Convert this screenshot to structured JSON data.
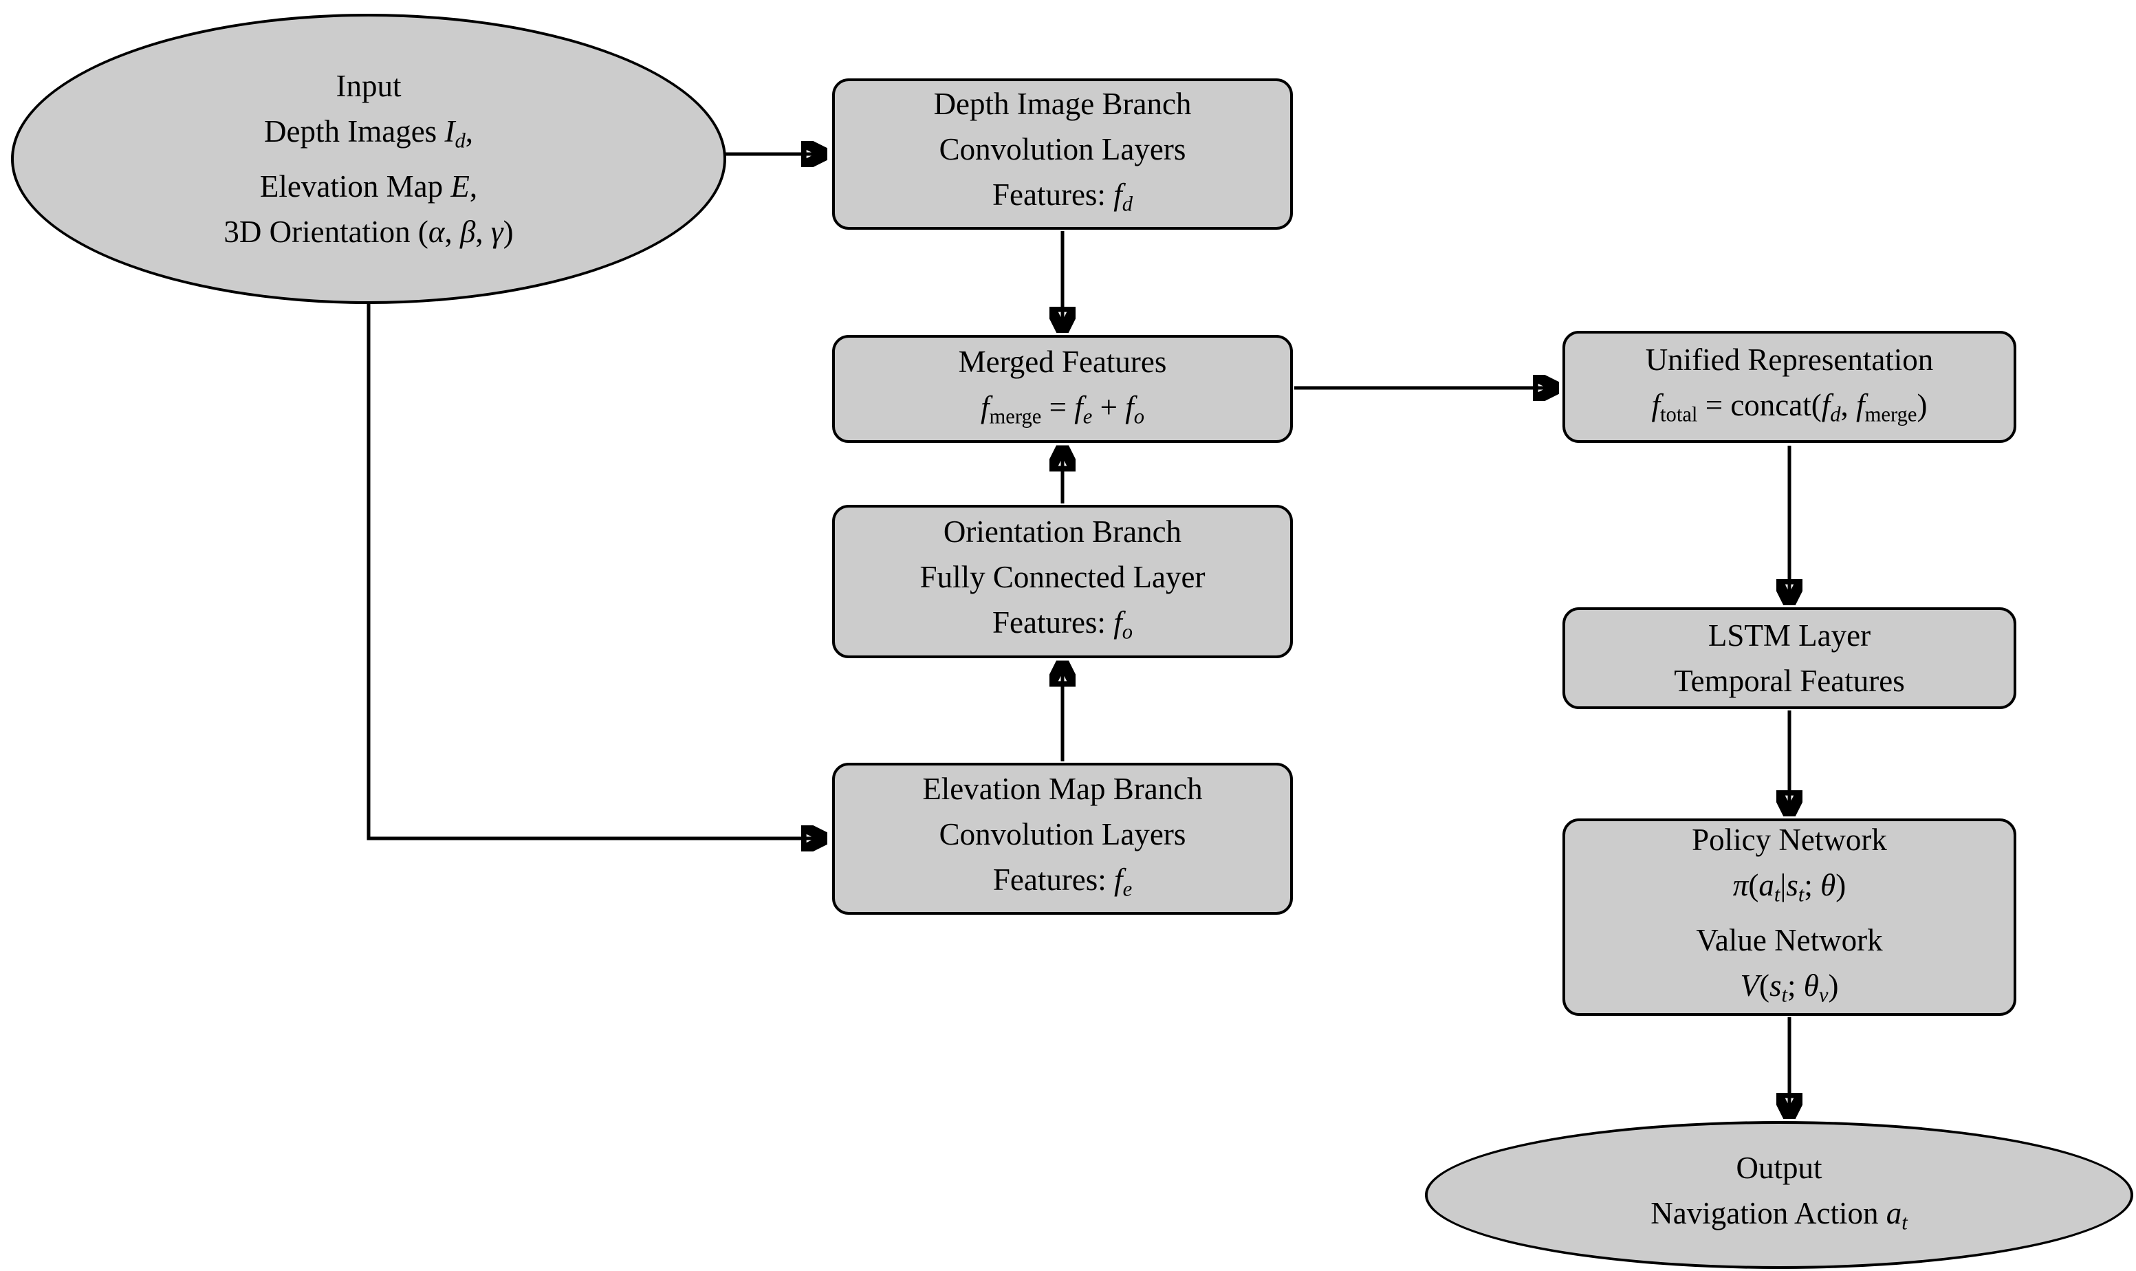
{
  "diagram": {
    "title": "Navigation Policy Network Architecture Flowchart",
    "colors": {
      "node_fill": "#cccccc",
      "node_stroke": "#000000",
      "background": "#ffffff",
      "text": "#000000"
    },
    "nodes": {
      "input": {
        "shape": "ellipse",
        "lines": [
          [
            {
              "t": "Input",
              "s": "r"
            }
          ],
          [
            {
              "t": "Depth Images ",
              "s": "r"
            },
            {
              "t": "I",
              "s": "i"
            },
            {
              "t": "d",
              "s": "subi"
            },
            {
              "t": ",",
              "s": "r"
            }
          ],
          [
            {
              "t": "Elevation Map ",
              "s": "r"
            },
            {
              "t": "E",
              "s": "i"
            },
            {
              "t": ",",
              "s": "r"
            }
          ],
          [
            {
              "t": "3D Orientation (",
              "s": "r"
            },
            {
              "t": "α",
              "s": "i"
            },
            {
              "t": ", ",
              "s": "r"
            },
            {
              "t": "β",
              "s": "i"
            },
            {
              "t": ", ",
              "s": "r"
            },
            {
              "t": "γ",
              "s": "i"
            },
            {
              "t": ")",
              "s": "r"
            }
          ]
        ]
      },
      "depth": {
        "shape": "box",
        "lines": [
          [
            {
              "t": "Depth Image Branch",
              "s": "r"
            }
          ],
          [
            {
              "t": "Convolution Layers",
              "s": "r"
            }
          ],
          [
            {
              "t": "Features:  ",
              "s": "r"
            },
            {
              "t": "f",
              "s": "i"
            },
            {
              "t": "d",
              "s": "subi"
            }
          ]
        ]
      },
      "merged": {
        "shape": "box",
        "lines": [
          [
            {
              "t": "Merged Features",
              "s": "r"
            }
          ],
          [
            {
              "t": "f",
              "s": "i"
            },
            {
              "t": "merge",
              "s": "sub"
            },
            {
              "t": " = ",
              "s": "r"
            },
            {
              "t": "f",
              "s": "i"
            },
            {
              "t": "e",
              "s": "subi"
            },
            {
              "t": " + ",
              "s": "r"
            },
            {
              "t": "f",
              "s": "i"
            },
            {
              "t": "o",
              "s": "subi"
            }
          ]
        ]
      },
      "orientation": {
        "shape": "box",
        "lines": [
          [
            {
              "t": "Orientation Branch",
              "s": "r"
            }
          ],
          [
            {
              "t": "Fully Connected Layer",
              "s": "r"
            }
          ],
          [
            {
              "t": "Features:  ",
              "s": "r"
            },
            {
              "t": "f",
              "s": "i"
            },
            {
              "t": "o",
              "s": "subi"
            }
          ]
        ]
      },
      "elevation": {
        "shape": "box",
        "lines": [
          [
            {
              "t": "Elevation Map Branch",
              "s": "r"
            }
          ],
          [
            {
              "t": "Convolution Layers",
              "s": "r"
            }
          ],
          [
            {
              "t": "Features:  ",
              "s": "r"
            },
            {
              "t": "f",
              "s": "i"
            },
            {
              "t": "e",
              "s": "subi"
            }
          ]
        ]
      },
      "unified": {
        "shape": "box",
        "lines": [
          [
            {
              "t": "Unified Representation",
              "s": "r"
            }
          ],
          [
            {
              "t": "f",
              "s": "i"
            },
            {
              "t": "total",
              "s": "sub"
            },
            {
              "t": " = concat(",
              "s": "r"
            },
            {
              "t": "f",
              "s": "i"
            },
            {
              "t": "d",
              "s": "subi"
            },
            {
              "t": ", ",
              "s": "r"
            },
            {
              "t": "f",
              "s": "i"
            },
            {
              "t": "merge",
              "s": "sub"
            },
            {
              "t": ")",
              "s": "r"
            }
          ]
        ]
      },
      "lstm": {
        "shape": "box",
        "lines": [
          [
            {
              "t": "LSTM Layer",
              "s": "r"
            }
          ],
          [
            {
              "t": "Temporal Features",
              "s": "r"
            }
          ]
        ]
      },
      "policy": {
        "shape": "box",
        "lines": [
          [
            {
              "t": "Policy Network",
              "s": "r"
            }
          ],
          [
            {
              "t": "π",
              "s": "i"
            },
            {
              "t": "(",
              "s": "r"
            },
            {
              "t": "a",
              "s": "i"
            },
            {
              "t": "t",
              "s": "subi"
            },
            {
              "t": "|",
              "s": "r"
            },
            {
              "t": "s",
              "s": "i"
            },
            {
              "t": "t",
              "s": "subi"
            },
            {
              "t": "; ",
              "s": "r"
            },
            {
              "t": "θ",
              "s": "i"
            },
            {
              "t": ")",
              "s": "r"
            }
          ],
          [
            {
              "t": "Value Network",
              "s": "r"
            }
          ],
          [
            {
              "t": "V",
              "s": "i"
            },
            {
              "t": "(",
              "s": "r"
            },
            {
              "t": "s",
              "s": "i"
            },
            {
              "t": "t",
              "s": "subi"
            },
            {
              "t": "; ",
              "s": "r"
            },
            {
              "t": "θ",
              "s": "i"
            },
            {
              "t": "v",
              "s": "subi"
            },
            {
              "t": ")",
              "s": "r"
            }
          ]
        ]
      },
      "output": {
        "shape": "ellipse",
        "lines": [
          [
            {
              "t": "Output",
              "s": "r"
            }
          ],
          [
            {
              "t": "Navigation Action ",
              "s": "r"
            },
            {
              "t": "a",
              "s": "i"
            },
            {
              "t": "t",
              "s": "subi"
            }
          ]
        ]
      }
    },
    "edges": [
      {
        "from": "input",
        "to": "depth"
      },
      {
        "from": "depth",
        "to": "merged"
      },
      {
        "from": "merged",
        "to": "unified"
      },
      {
        "from": "orientation",
        "to": "merged"
      },
      {
        "from": "elevation",
        "to": "orientation"
      },
      {
        "from": "input",
        "to": "elevation"
      },
      {
        "from": "unified",
        "to": "lstm"
      },
      {
        "from": "lstm",
        "to": "policy"
      },
      {
        "from": "policy",
        "to": "output"
      }
    ]
  }
}
